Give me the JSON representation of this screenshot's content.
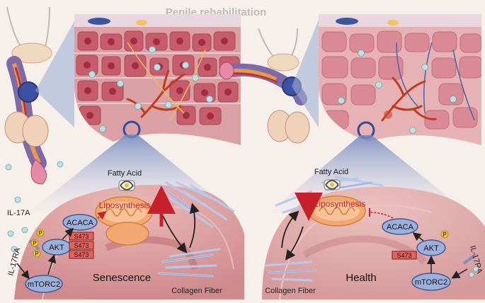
{
  "title": "Penile rehabilitation",
  "left": {
    "fatty_acid": "Fatty Acid",
    "liposynthesis": "Liposynthesis",
    "cytokine": "IL-17A",
    "receptor": "IL-17RA",
    "acaca": "ACACA",
    "akt": "AKT",
    "mtorc2": "mTORC2",
    "phospho": "P",
    "site_1": "S473",
    "site_2": "S473",
    "site_3": "S473",
    "state": "Senescence",
    "fiber": "Collagen Fiber"
  },
  "right": {
    "fatty_acid": "Fatty Acid",
    "liposynthesis": "Liposynthesis",
    "receptor": "IL-17RA",
    "acaca": "ACACA",
    "akt": "AKT",
    "mtorc2": "mTORC2",
    "phospho": "P",
    "site": "S473",
    "state": "Health",
    "fiber": "Collagen Fiber"
  },
  "colors": {
    "background": "#f7f0ea",
    "tissue": "#dba0a3",
    "cell": "#c75d6b",
    "nucleus": "#a32c44",
    "protein": "#9db0da",
    "protein_stroke": "#3e5a95",
    "site_fill": "#e6625c",
    "phospho_fill": "#f2c62e",
    "mitochondria": "#f2a870",
    "arrow_red": "#c8202a",
    "fiber": "#b8c8ec",
    "vessel": "#c23a1c",
    "title_gray": "#bbbbbb"
  }
}
